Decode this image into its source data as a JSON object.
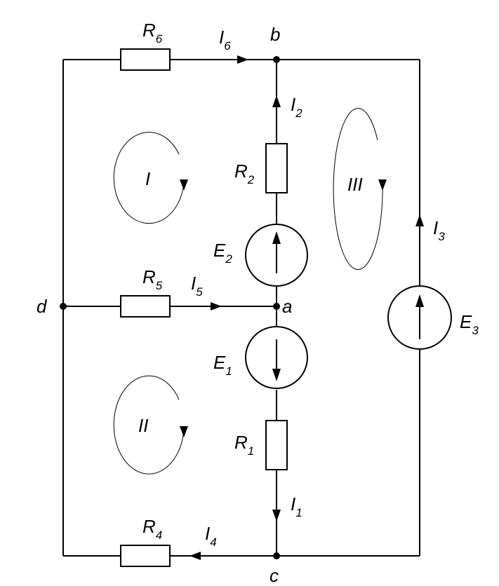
{
  "nodes": {
    "a": "a",
    "b": "b",
    "c": "c",
    "d": "d"
  },
  "resistors": {
    "r1": {
      "base": "R",
      "sub": "1"
    },
    "r2": {
      "base": "R",
      "sub": "2"
    },
    "r4": {
      "base": "R",
      "sub": "4"
    },
    "r5": {
      "base": "R",
      "sub": "5"
    },
    "r6": {
      "base": "R",
      "sub": "6"
    }
  },
  "sources": {
    "e1": {
      "base": "E",
      "sub": "1"
    },
    "e2": {
      "base": "E",
      "sub": "2"
    },
    "e3": {
      "base": "E",
      "sub": "3"
    }
  },
  "currents": {
    "i1": {
      "base": "I",
      "sub": "1"
    },
    "i2": {
      "base": "I",
      "sub": "2"
    },
    "i3": {
      "base": "I",
      "sub": "3"
    },
    "i4": {
      "base": "I",
      "sub": "4"
    },
    "i5": {
      "base": "I",
      "sub": "5"
    },
    "i6": {
      "base": "I",
      "sub": "6"
    }
  },
  "loops": {
    "loop1": "I",
    "loop2": "II",
    "loop3": "III"
  }
}
